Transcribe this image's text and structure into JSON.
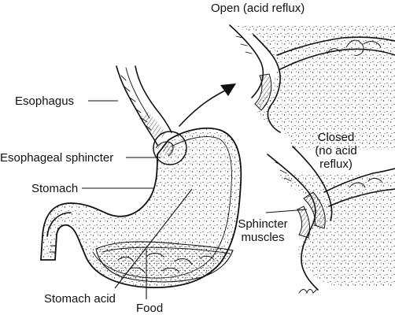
{
  "labels": {
    "esophagus": "Esophagus",
    "esophageal_sphincter": "Esophageal sphincter",
    "stomach": "Stomach",
    "stomach_acid": "Stomach acid",
    "food": "Food",
    "open_state": "Open (acid reflux)",
    "closed_line1": "Closed",
    "closed_line2": "(no acid",
    "closed_line3": "reflux)",
    "sphincter_muscles_line1": "Sphincter",
    "sphincter_muscles_line2": "muscles"
  }
}
